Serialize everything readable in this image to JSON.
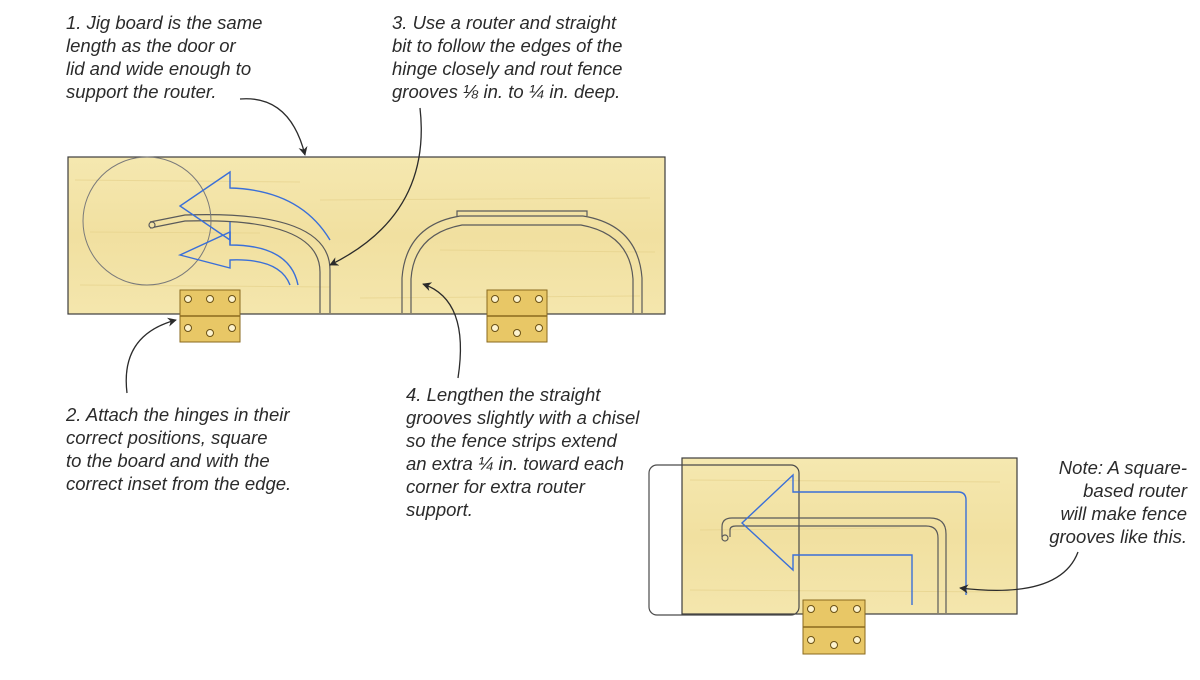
{
  "diagram": {
    "palette": {
      "wood": "#f2e3a6",
      "wood_edge": "#3c3c3c",
      "groove": "#5a5a5a",
      "router_path": "#3a6fd8",
      "hinge_brass": "#e8c766",
      "hinge_dark": "#8a6a1e",
      "ink": "#2b2b2b"
    },
    "notes": {
      "step1": [
        "1. Jig board is the same",
        "length as the door or",
        "lid and wide enough to",
        "support the router."
      ],
      "step2": [
        "2. Attach the hinges in their",
        "correct positions, square",
        "to the board and with the",
        "correct inset from the edge."
      ],
      "step3": [
        "3. Use a router and straight",
        "bit to follow the edges of the",
        "hinge closely and rout fence",
        "grooves ⅛ in. to ¼ in. deep."
      ],
      "step4": [
        "4. Lengthen the straight",
        "grooves slightly with a chisel",
        "so the fence strips extend",
        "an extra ¼ in. toward each",
        "corner for extra router",
        "support."
      ],
      "note": [
        "Note: A square-",
        "based router",
        "will make fence",
        "grooves like this."
      ]
    },
    "icons": [
      "hinge-icon",
      "router-base-icon",
      "direction-arrow-icon"
    ]
  }
}
